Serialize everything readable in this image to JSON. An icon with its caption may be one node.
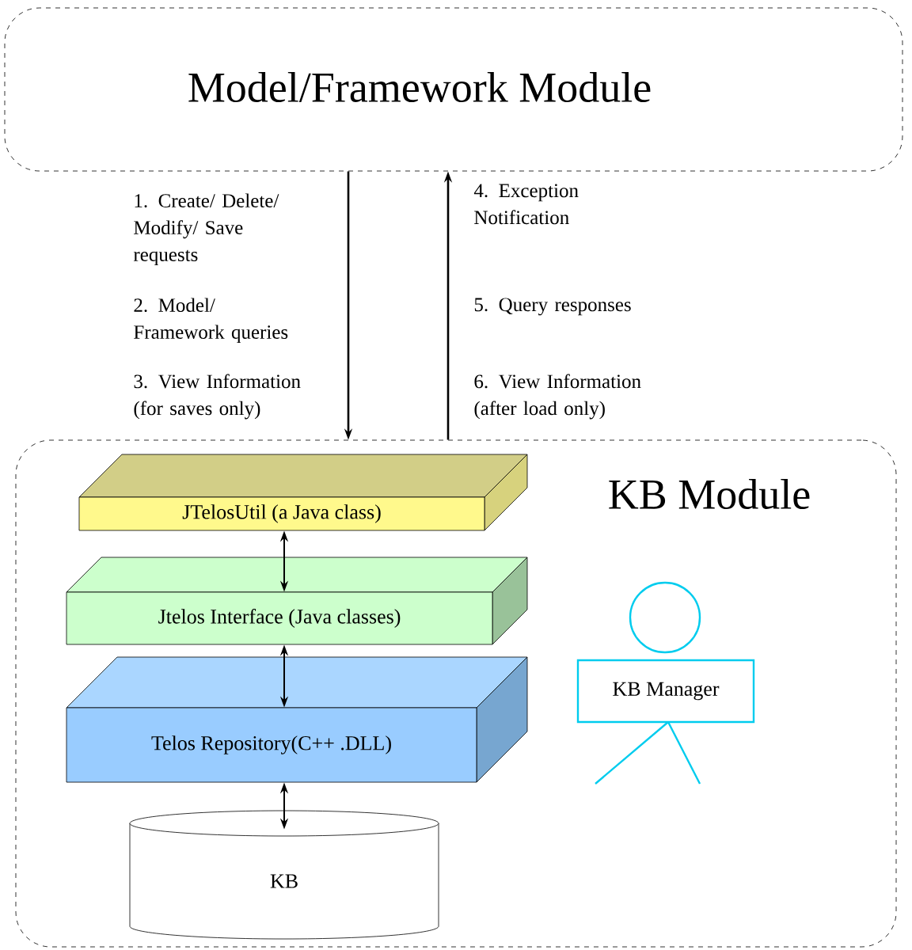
{
  "diagram": {
    "nodes": [
      {
        "text": [
          "Model/Framework Module"
        ]
      },
      {
        "text": [
          "KB Module"
        ]
      },
      {
        "text": [
          "JTelosUtil (a Java class)"
        ],
        "in": 1
      },
      {
        "text": [
          "Jtelos Interface (Java classes)"
        ],
        "in": 1
      },
      {
        "text": [
          "Telos Repository(C++ .DLL)"
        ],
        "in": 1
      },
      {
        "text": [
          "KB"
        ],
        "in": 1
      },
      {
        "text": [
          "KB Manager"
        ],
        "in": 1
      }
    ],
    "edges": [
      {
        "from": 0,
        "to": 1,
        "arrow": "to"
      },
      {
        "from": 1,
        "to": 0,
        "arrow": "to"
      },
      {
        "from": 2,
        "to": 3,
        "arrow": "both"
      },
      {
        "from": 3,
        "to": 4,
        "arrow": "both"
      },
      {
        "from": 4,
        "to": 5,
        "arrow": "both"
      }
    ],
    "labels": [
      "1. Create/ Delete/ Modify/ Save requests",
      "2. Model/ Framework queries",
      "3. View Information (for saves only)",
      "4. Exception Notification",
      "5. Query responses",
      "6. View Information (after load only)"
    ]
  }
}
